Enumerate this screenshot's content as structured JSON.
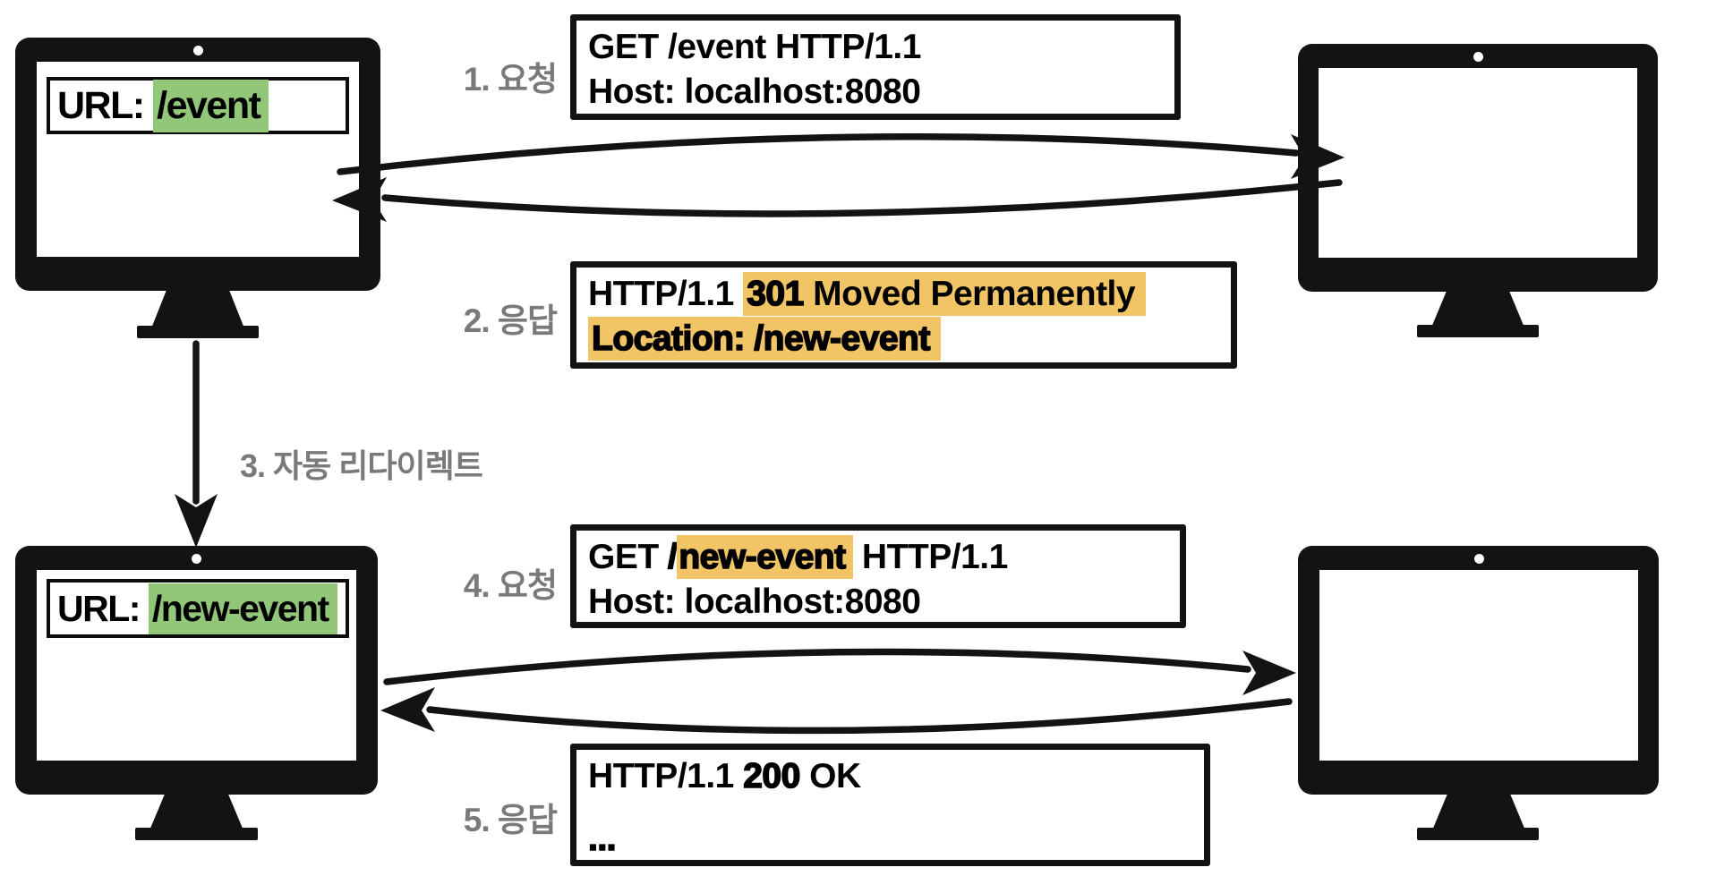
{
  "colors": {
    "highlight_green": "#92c679",
    "highlight_orange": "#f1c566",
    "label_gray": "#7a7a7a",
    "ink": "#131313"
  },
  "clients": {
    "top": {
      "url_label": "URL: ",
      "url_value": "/event"
    },
    "bottom": {
      "url_label": "URL: ",
      "url_value": "/new-event"
    }
  },
  "steps": {
    "s1": {
      "label": "1. 요청"
    },
    "s2": {
      "label": "2. 응답"
    },
    "s3": {
      "label": "3. 자동 리다이렉트"
    },
    "s4": {
      "label": "4. 요청"
    },
    "s5": {
      "label": "5. 응답"
    }
  },
  "messages": {
    "request1": {
      "line1": "GET /event HTTP/1.1",
      "line2": "Host: localhost:8080"
    },
    "response1": {
      "l1_prefix": "HTTP/1.1 ",
      "l1_status": "301",
      "l1_reason": " Moved Permanently",
      "l2": "Location: /new-event"
    },
    "request2": {
      "l1_method": "GET ",
      "l1_slash": "/",
      "l1_path": "new-event",
      "l1_suffix": " HTTP/1.1",
      "line2": "Host: localhost:8080"
    },
    "response2": {
      "l1_prefix": "HTTP/1.1 ",
      "l1_status": "200",
      "l1_reason": " OK",
      "l2": "..."
    }
  },
  "icons": {
    "webcam_dot": "webcam-dot",
    "monitor": "desktop-monitor"
  }
}
